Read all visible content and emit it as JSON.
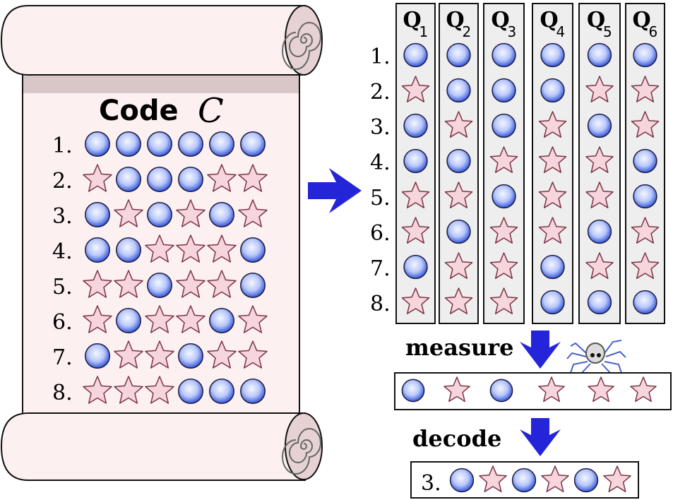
{
  "code": {
    "title": "Code",
    "symbol": "C",
    "rows": [
      {
        "label": "1.",
        "cells": [
          "circle",
          "circle",
          "circle",
          "circle",
          "circle",
          "circle"
        ]
      },
      {
        "label": "2.",
        "cells": [
          "star",
          "circle",
          "circle",
          "circle",
          "star",
          "star"
        ]
      },
      {
        "label": "3.",
        "cells": [
          "circle",
          "star",
          "circle",
          "star",
          "circle",
          "star"
        ]
      },
      {
        "label": "4.",
        "cells": [
          "circle",
          "circle",
          "star",
          "star",
          "star",
          "circle"
        ]
      },
      {
        "label": "5.",
        "cells": [
          "star",
          "star",
          "circle",
          "star",
          "star",
          "circle"
        ]
      },
      {
        "label": "6.",
        "cells": [
          "star",
          "circle",
          "star",
          "star",
          "circle",
          "star"
        ]
      },
      {
        "label": "7.",
        "cells": [
          "circle",
          "star",
          "star",
          "circle",
          "star",
          "star"
        ]
      },
      {
        "label": "8.",
        "cells": [
          "star",
          "star",
          "star",
          "circle",
          "circle",
          "circle"
        ]
      }
    ]
  },
  "qubits": {
    "letter": "Q",
    "columns": [
      {
        "subscript": "1"
      },
      {
        "subscript": "2"
      },
      {
        "subscript": "3"
      },
      {
        "subscript": "4"
      },
      {
        "subscript": "5"
      },
      {
        "subscript": "6"
      }
    ],
    "row_labels": [
      "1.",
      "2.",
      "3.",
      "4.",
      "5.",
      "6.",
      "7.",
      "8."
    ]
  },
  "measure": {
    "label": "measure",
    "result": [
      "circle",
      "star",
      "circle",
      "star",
      "star",
      "star"
    ]
  },
  "decode": {
    "label": "decode",
    "row_label": "3.",
    "result": [
      "circle",
      "star",
      "circle",
      "star",
      "circle",
      "star"
    ]
  },
  "colors": {
    "arrow": "#2424d8",
    "scroll_fill": "#fdf0f0",
    "scroll_band": "#d9c6c6",
    "star_fill": "#f6d6dc",
    "star_stroke": "#7a3445",
    "circle_outer": "#2b4fd0",
    "circle_inner": "#eef2ff",
    "panel_fill": "#eeeeee"
  }
}
